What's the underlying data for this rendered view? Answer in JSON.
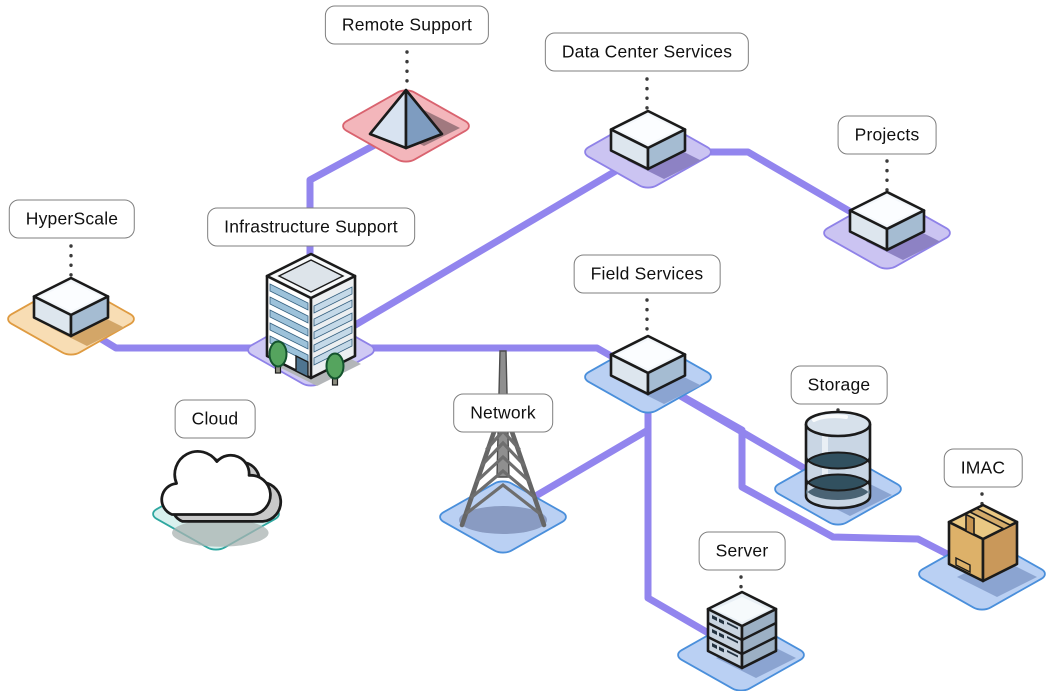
{
  "diagram": {
    "type": "service-topology",
    "edge_color": "#9285ee",
    "connector_dot_color": "#3a3a3a",
    "label_background": "#ffffff",
    "label_border": "#7f7f7f",
    "nodes": [
      {
        "id": "remote-support",
        "label": "Remote Support",
        "icon": "pyramid-icon",
        "platform_fill": "#f3b6bb",
        "platform_stroke": "#d9636f"
      },
      {
        "id": "data-center-services",
        "label": "Data Center Services",
        "icon": "box-3d-icon",
        "platform_fill": "#cbc4f2",
        "platform_stroke": "#8f82e8"
      },
      {
        "id": "projects",
        "label": "Projects",
        "icon": "box-3d-icon",
        "platform_fill": "#cbc4f2",
        "platform_stroke": "#8f82e8"
      },
      {
        "id": "hyperscale",
        "label": "HyperScale",
        "icon": "box-3d-icon",
        "platform_fill": "#f8ddb4",
        "platform_stroke": "#df9b41"
      },
      {
        "id": "infrastructure-support",
        "label": "Infrastructure Support",
        "icon": "office-building-icon",
        "platform_fill": "#cfc9f4",
        "platform_stroke": "#8f82e8"
      },
      {
        "id": "field-services",
        "label": "Field Services",
        "icon": "box-3d-icon",
        "platform_fill": "#bad0f3",
        "platform_stroke": "#4a8fdb"
      },
      {
        "id": "cloud",
        "label": "Cloud",
        "icon": "cloud-icon",
        "platform_fill": "#d9f1ee",
        "platform_stroke": "#2fa7a0"
      },
      {
        "id": "network",
        "label": "Network",
        "icon": "radio-tower-icon",
        "platform_fill": "#bad0f3",
        "platform_stroke": "#4a8fdb"
      },
      {
        "id": "storage",
        "label": "Storage",
        "icon": "database-icon",
        "platform_fill": "#bad0f3",
        "platform_stroke": "#4a8fdb"
      },
      {
        "id": "server",
        "label": "Server",
        "icon": "server-rack-icon",
        "platform_fill": "#bad0f3",
        "platform_stroke": "#4a8fdb"
      },
      {
        "id": "imac",
        "label": "IMAC",
        "icon": "package-box-icon",
        "platform_fill": "#bad0f3",
        "platform_stroke": "#4a8fdb"
      }
    ],
    "edges": [
      {
        "from": "remote-support",
        "to": "infrastructure-support"
      },
      {
        "from": "hyperscale",
        "to": "infrastructure-support"
      },
      {
        "from": "infrastructure-support",
        "to": "field-services"
      },
      {
        "from": "infrastructure-support",
        "to": "data-center-services"
      },
      {
        "from": "data-center-services",
        "to": "projects"
      },
      {
        "from": "field-services",
        "to": "network"
      },
      {
        "from": "field-services",
        "to": "server"
      },
      {
        "from": "field-services",
        "to": "storage"
      },
      {
        "from": "field-services",
        "to": "imac"
      }
    ]
  }
}
